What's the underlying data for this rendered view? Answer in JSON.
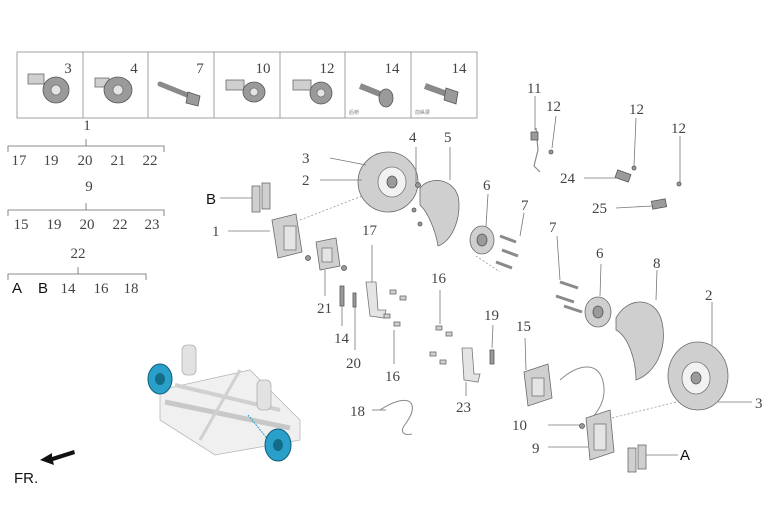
{
  "fastener_boxes": [
    {
      "number": "3",
      "caption": ""
    },
    {
      "number": "4",
      "caption": ""
    },
    {
      "number": "7",
      "caption": ""
    },
    {
      "number": "10",
      "caption": ""
    },
    {
      "number": "12",
      "caption": ""
    },
    {
      "number": "14",
      "caption": "后桥"
    },
    {
      "number": "14",
      "caption": "前纵梁"
    }
  ],
  "kits": [
    {
      "number": "1",
      "items": [
        "17",
        "19",
        "20",
        "21",
        "22"
      ]
    },
    {
      "number": "9",
      "items": [
        "15",
        "19",
        "20",
        "22",
        "23"
      ]
    },
    {
      "number": "22",
      "items": [
        "A",
        "B",
        "14",
        "16",
        "18"
      ]
    }
  ],
  "callouts": {
    "B_top": "B",
    "A_bottom": "A",
    "c1": "1",
    "c2a": "2",
    "c2b": "2",
    "c3a": "3",
    "c3b": "3",
    "c4": "4",
    "c5": "5",
    "c6a": "6",
    "c6b": "6",
    "c7a": "7",
    "c7b": "7",
    "c8": "8",
    "c9": "9",
    "c10": "10",
    "c11": "11",
    "c12a": "12",
    "c12b": "12",
    "c12c": "12",
    "c14": "14",
    "c15": "15",
    "c16a": "16",
    "c16b": "16",
    "c17": "17",
    "c18": "18",
    "c19": "19",
    "c20": "20",
    "c21": "21",
    "c23": "23",
    "c24": "24",
    "c25": "25"
  },
  "direction_label": "FR.",
  "colors": {
    "highlight": "#2a9fc9",
    "line": "#777777",
    "part": "#cfcfcf"
  }
}
